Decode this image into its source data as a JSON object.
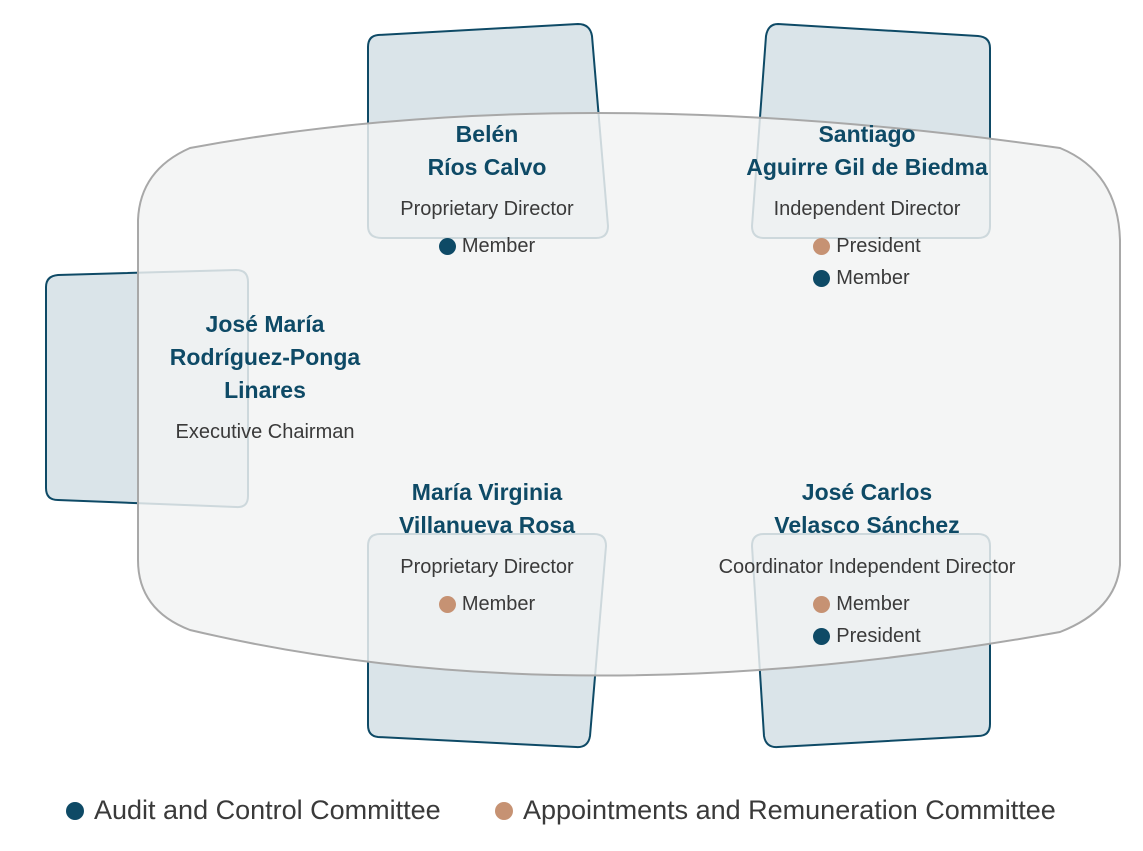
{
  "colors": {
    "audit": "#0e4a66",
    "appointments": "#c69273",
    "name_text": "#0e4a66",
    "chair_fill": "#dae4e9",
    "chair_stroke": "#0e4a66",
    "table_fill": "#f2f3f3",
    "table_stroke": "#a8a8a8"
  },
  "directors": [
    {
      "name_lines": [
        "Belén",
        "Ríos Calvo"
      ],
      "role": "Proprietary Director",
      "committees": [
        {
          "committee": "audit",
          "position": "Member"
        }
      ]
    },
    {
      "name_lines": [
        "Santiago",
        "Aguirre Gil de Biedma"
      ],
      "role": "Independent Director",
      "committees": [
        {
          "committee": "appointments",
          "position": "President"
        },
        {
          "committee": "audit",
          "position": "Member"
        }
      ]
    },
    {
      "name_lines": [
        "José María",
        "Rodríguez-Ponga",
        "Linares"
      ],
      "role": "Executive Chairman",
      "committees": []
    },
    {
      "name_lines": [
        "María Virginia",
        "Villanueva Rosa"
      ],
      "role": "Proprietary Director",
      "committees": [
        {
          "committee": "appointments",
          "position": "Member"
        }
      ]
    },
    {
      "name_lines": [
        "José Carlos",
        "Velasco Sánchez"
      ],
      "role": "Coordinator Independent Director",
      "committees": [
        {
          "committee": "appointments",
          "position": "Member"
        },
        {
          "committee": "audit",
          "position": "President"
        }
      ]
    }
  ],
  "legend": {
    "audit": "Audit and Control Committee",
    "appointments": "Appointments and Remuneration Committee"
  }
}
